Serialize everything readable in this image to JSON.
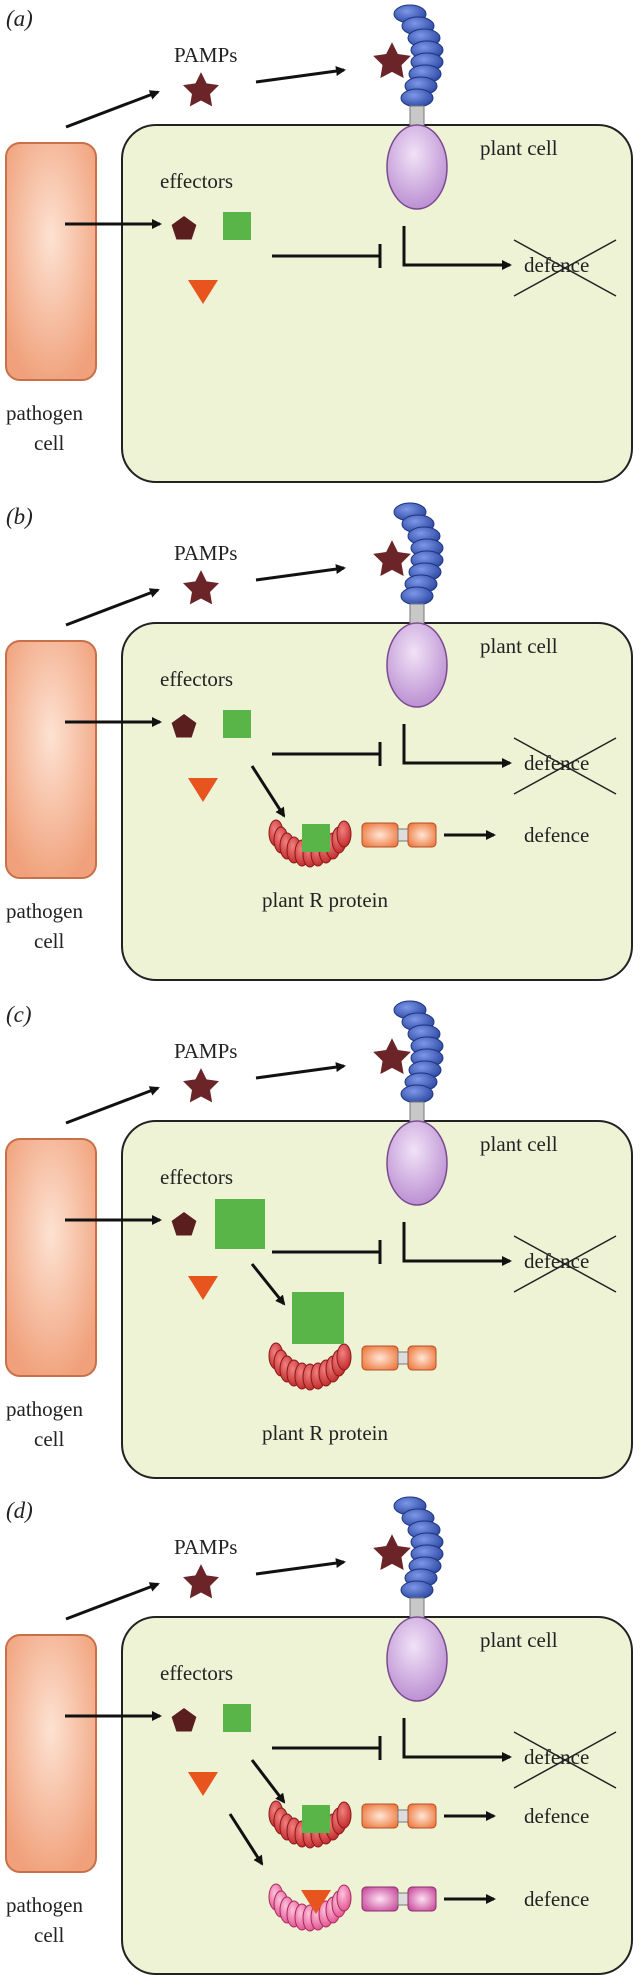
{
  "panels": [
    {
      "label": "(a)",
      "pamps": "PAMPs",
      "plant_cell": "plant cell",
      "effectors": "effectors",
      "defence_blocked": "defence",
      "pathogen_line1": "pathogen",
      "pathogen_line2": "cell"
    },
    {
      "label": "(b)",
      "pamps": "PAMPs",
      "plant_cell": "plant cell",
      "effectors": "effectors",
      "defence_blocked": "defence",
      "r_protein": "plant R protein",
      "defence_r1": "defence",
      "pathogen_line1": "pathogen",
      "pathogen_line2": "cell"
    },
    {
      "label": "(c)",
      "pamps": "PAMPs",
      "plant_cell": "plant cell",
      "effectors": "effectors",
      "defence_blocked": "defence",
      "r_protein": "plant R protein",
      "pathogen_line1": "pathogen",
      "pathogen_line2": "cell"
    },
    {
      "label": "(d)",
      "pamps": "PAMPs",
      "plant_cell": "plant cell",
      "effectors": "effectors",
      "defence_blocked": "defence",
      "defence_r1": "defence",
      "defence_r2": "defence",
      "pathogen_line1": "pathogen",
      "pathogen_line2": "cell"
    }
  ],
  "colors": {
    "plant_cell_fill": "#eef3d6",
    "pathogen_fill": "#f0a07a",
    "receptor_coil": "#3b5bb5",
    "receptor_body": "#c9a0dc",
    "star": "#6b2528",
    "pentagon": "#5a1e1e",
    "square": "#5ab548",
    "triangle": "#e8541e",
    "r_protein_red": "#d8393a",
    "r_protein_pink": "#f07aaa",
    "domain_orange": "#f08a50",
    "domain_pink": "#d86ab0"
  }
}
